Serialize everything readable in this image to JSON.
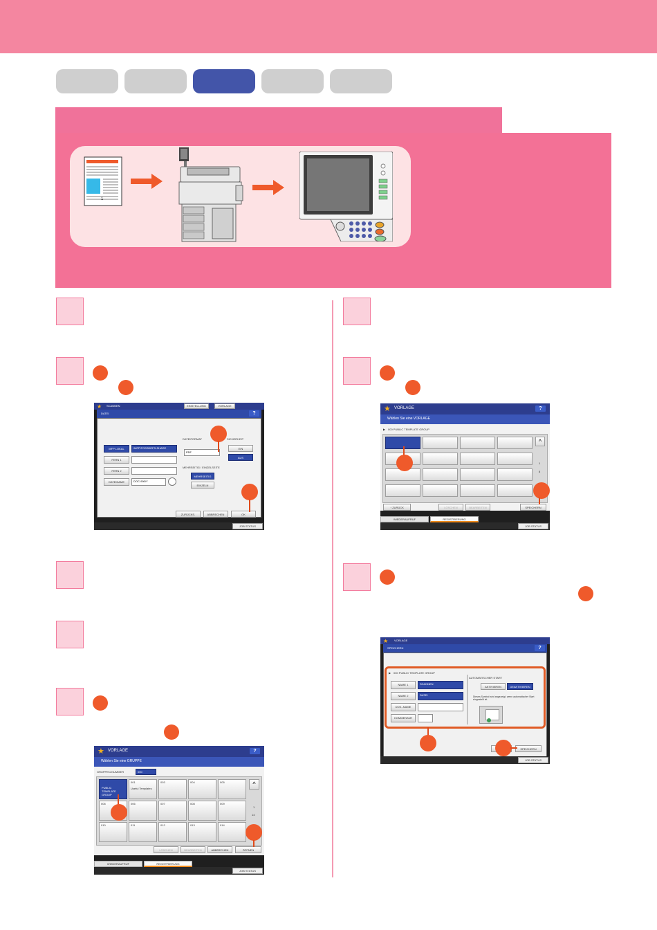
{
  "tabs": [
    {
      "label": "",
      "active": false
    },
    {
      "label": "",
      "active": false
    },
    {
      "label": "",
      "active": true
    },
    {
      "label": "",
      "active": false
    },
    {
      "label": "",
      "active": false
    }
  ],
  "colors": {
    "accent_pink": "#f37196",
    "accent_blue": "#4355a9",
    "marker_orange": "#ef5a2b"
  },
  "hero_doc_page_number": "1",
  "screens": {
    "scan_file": {
      "header": "SCANNEN",
      "header_buttons": [
        "EINSTELLUNG",
        "VORLAGE"
      ],
      "dialog_title": "DATEI",
      "help": "?",
      "path_button": "MFP LOKAL",
      "path_value": "\\MFP\\TOSSDEFS-SHARE",
      "remote1": "FERN 1",
      "remote2": "FERN 2",
      "filename_button": "DATEINAME",
      "filename_value": "DOC-900/Y",
      "format_label": "DATEIFORMAT",
      "format_value": "PDF",
      "security_label": "SICHERHEIT",
      "security_on": "EIN",
      "security_off": "AUS",
      "multi_label": "MEHRSEITIG / EINZELSEITE",
      "multi_button": "MEHRSEITIG",
      "single_button": "EINZELN",
      "reset_button": "ZURÜCKS.",
      "cancel_button": "ABBRECHEN",
      "ok_button": "OK",
      "job_status": "JOB STATUS"
    },
    "template_select": {
      "header": "VORLAGE",
      "subtitle": "Wählen Sie eine VORLAGE",
      "group": "000   PUBLIC TEMPLATE GROUP",
      "help": "?",
      "back_button": "ZURÜCK",
      "delete_button": "LÖSCHEN",
      "edit_button": "BEARBEITEN",
      "save_button": "SPEICHERN",
      "tab_recall": "WIEDERAUFRUF",
      "tab_register": "REGISTRIERUNG",
      "page_current": "1",
      "page_total": "8",
      "job_status": "JOB STATUS"
    },
    "group_select": {
      "header": "VORLAGE",
      "subtitle": "Wählen Sie eine GRUPPE",
      "group_number_label": "GRUPPEN-NUMMER",
      "group_number_value": "000",
      "help": "?",
      "tiles": [
        {
          "num": "",
          "label": "PUBLIC TEMPLATE GROUP"
        },
        {
          "num": "001",
          "label": "Useful Templates"
        },
        {
          "num": "003",
          "label": ""
        },
        {
          "num": "004",
          "label": ""
        },
        {
          "num": "005",
          "label": ""
        },
        {
          "num": "006",
          "label": ""
        },
        {
          "num": "006",
          "label": ""
        },
        {
          "num": "007",
          "label": ""
        },
        {
          "num": "008",
          "label": ""
        },
        {
          "num": "009",
          "label": ""
        },
        {
          "num": "010",
          "label": ""
        },
        {
          "num": "011",
          "label": ""
        },
        {
          "num": "012",
          "label": ""
        },
        {
          "num": "013",
          "label": ""
        },
        {
          "num": "014",
          "label": ""
        }
      ],
      "page_current": "1",
      "page_total": "14",
      "delete_button": "LÖSCHEN",
      "edit_button": "BEARBEITEN",
      "cancel_button": "ABBRECHEN",
      "open_button": "ÖFFNEN",
      "tab_recall": "WIEDERAUFRUF",
      "tab_register": "REGISTRIERUNG",
      "job_status": "JOB STATUS"
    },
    "save_template": {
      "header": "VORLAGE",
      "dialog_title": "SPEICHERN",
      "help": "?",
      "group": "000   PUBLIC TEMPLATE GROUP",
      "name1_button": "NAME 1",
      "name1_value": "SCANNEN",
      "name2_button": "NAME 2",
      "name2_value": "DATEI",
      "docname_button": "DOK.-NAME",
      "comment_button": "KOMMENTAR",
      "autostart_label": "AUTOMATISCHER START",
      "autostart_on": "AKTIVIEREN",
      "autostart_off": "DEAKTIVIEREN",
      "autostart_note": "Dieses Symbol wird angezeigt, wenn automatischer Start eingestellt ist.",
      "save_button": "SPEICHERN",
      "job_status": "JOB STATUS"
    }
  }
}
